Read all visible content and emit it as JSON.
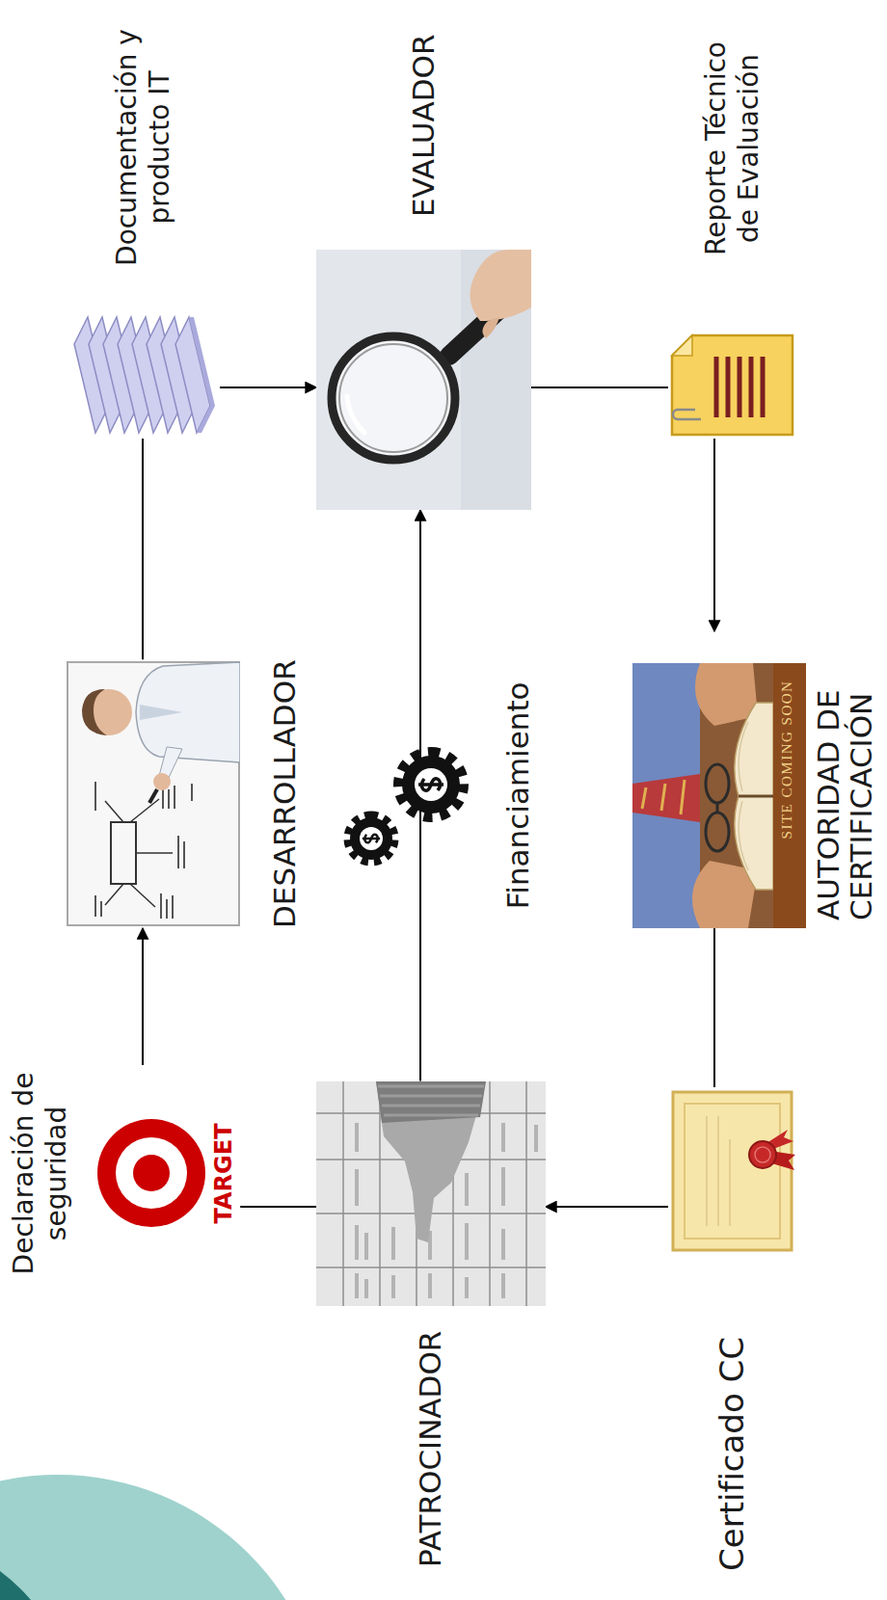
{
  "diagram": {
    "nodes": [
      {
        "text": [
          "PATROCINADOR"
        ]
      },
      {
        "text": [
          "Declaración de seguridad"
        ]
      },
      {
        "text": [
          "DESARROLLADOR"
        ]
      },
      {
        "text": [
          "Documentación y producto IT"
        ]
      },
      {
        "text": [
          "EVALUADOR"
        ]
      },
      {
        "text": [
          "Reporte Técnico de Evaluación"
        ]
      },
      {
        "text": [
          "AUTORIDAD DE CERTIFICACIÓN"
        ]
      },
      {
        "text": [
          "Certificado CC"
        ]
      }
    ],
    "edges": [
      {
        "from": 0,
        "to": 1,
        "arrow": "none"
      },
      {
        "from": 1,
        "to": 2,
        "arrow": "to"
      },
      {
        "from": 2,
        "to": 3,
        "arrow": "none"
      },
      {
        "from": 3,
        "to": 4,
        "arrow": "to"
      },
      {
        "from": 4,
        "to": 5,
        "arrow": "none"
      },
      {
        "from": 5,
        "to": 6,
        "arrow": "to"
      },
      {
        "from": 6,
        "to": 7,
        "arrow": "none"
      },
      {
        "from": 7,
        "to": 0,
        "arrow": "to"
      },
      {
        "from": 0,
        "to": 4,
        "label": "Financiamiento",
        "arrow": "to"
      }
    ],
    "labels": [
      "TARGET",
      "SITE COMING SOON"
    ]
  }
}
